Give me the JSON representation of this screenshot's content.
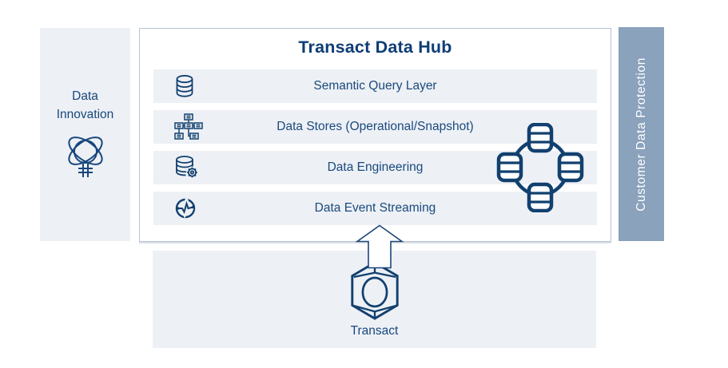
{
  "colors": {
    "navy": "#12406f",
    "text_navy": "#1a4a7e",
    "panel_bg": "#edf0f5",
    "protection_bar_bg": "#8aa2bc",
    "hub_border": "#b6c4d3",
    "white": "#ffffff"
  },
  "left_panel": {
    "label": "Data Innovation",
    "icon": "atom-orbit-icon"
  },
  "hub": {
    "title": "Transact Data Hub",
    "rows": [
      {
        "label": "Semantic Query Layer",
        "icon": "database-icon"
      },
      {
        "label": "Data Stores (Operational/Snapshot)",
        "icon": "sitemap-icon"
      },
      {
        "label": "Data Engineering",
        "icon": "database-gear-icon"
      },
      {
        "label": "Data Event Streaming",
        "icon": "pulse-circle-icon"
      }
    ],
    "side_icon": "database-cluster-icon"
  },
  "right_bar": {
    "label": "Customer Data Protection"
  },
  "bottom_panel": {
    "label": "Transact",
    "icon": "hexagon-node-icon"
  },
  "arrow": {
    "icon": "up-arrow",
    "direction": "up"
  }
}
